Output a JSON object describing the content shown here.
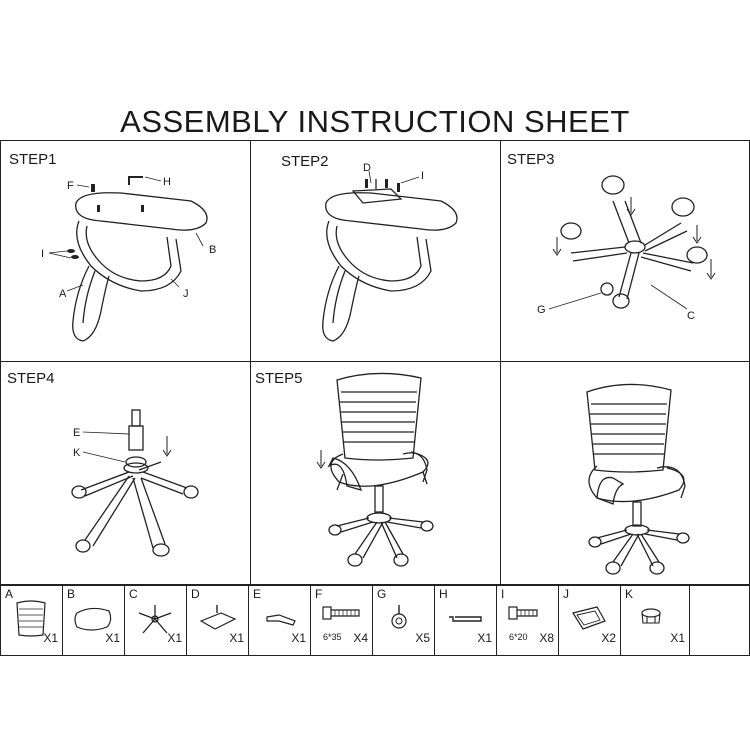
{
  "title": "ASSEMBLY INSTRUCTION SHEET",
  "steps": [
    {
      "label": "STEP1",
      "callouts": {
        "f": "F",
        "h": "H",
        "b": "B",
        "i": "I",
        "a": "A",
        "j": "J"
      }
    },
    {
      "label": "STEP2",
      "callouts": {
        "d": "D",
        "i": "I"
      }
    },
    {
      "label": "STEP3",
      "callouts": {
        "g": "G",
        "c": "C"
      }
    },
    {
      "label": "STEP4",
      "callouts": {
        "e": "E",
        "k": "K"
      }
    },
    {
      "label": "STEP5",
      "callouts": {}
    },
    {
      "label": "",
      "callouts": {}
    }
  ],
  "parts": [
    {
      "letter": "A",
      "qty": "X1",
      "spec": "",
      "icon": "backrest-icon"
    },
    {
      "letter": "B",
      "qty": "X1",
      "spec": "",
      "icon": "seat-icon"
    },
    {
      "letter": "C",
      "qty": "X1",
      "spec": "",
      "icon": "base-icon"
    },
    {
      "letter": "D",
      "qty": "X1",
      "spec": "",
      "icon": "mechanism-icon"
    },
    {
      "letter": "E",
      "qty": "X1",
      "spec": "",
      "icon": "gas-lift-icon"
    },
    {
      "letter": "F",
      "qty": "X4",
      "spec": "6*35",
      "icon": "bolt-icon"
    },
    {
      "letter": "G",
      "qty": "X5",
      "spec": "",
      "icon": "caster-icon"
    },
    {
      "letter": "H",
      "qty": "X1",
      "spec": "",
      "icon": "hex-key-icon"
    },
    {
      "letter": "I",
      "qty": "X8",
      "spec": "6*20",
      "icon": "bolt-icon"
    },
    {
      "letter": "J",
      "qty": "X2",
      "spec": "",
      "icon": "armrest-icon"
    },
    {
      "letter": "K",
      "qty": "X1",
      "spec": "",
      "icon": "cover-icon"
    }
  ]
}
